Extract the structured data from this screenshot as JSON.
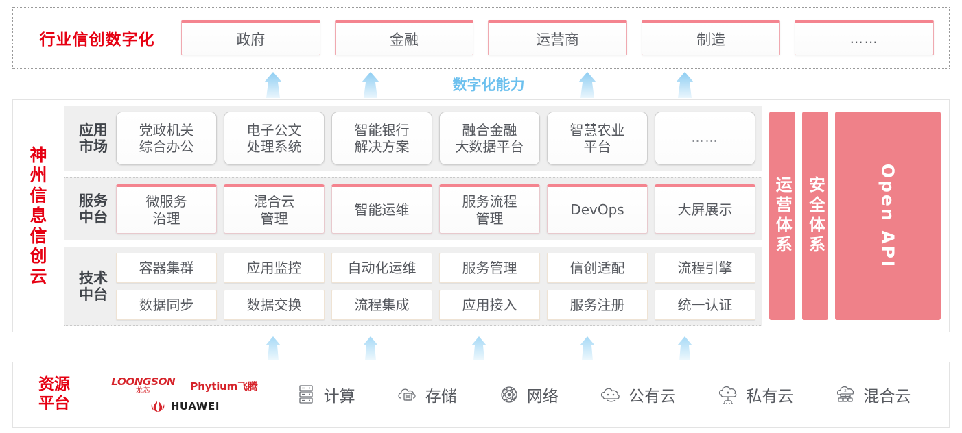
{
  "industry": {
    "title": "行业信创数字化",
    "boxes": [
      {
        "label": "政府"
      },
      {
        "label": "金融"
      },
      {
        "label": "运营商"
      },
      {
        "label": "制造"
      },
      {
        "label": "……"
      }
    ]
  },
  "capability": {
    "label": "数字化能力"
  },
  "cloud": {
    "title_chars": [
      "神",
      "州",
      "信",
      "息",
      "信",
      "创",
      "云"
    ],
    "bands": [
      {
        "key": "app",
        "label": "应用\n市场",
        "label_line1": "应用",
        "label_line2": "市场",
        "items": [
          {
            "line1": "党政机关",
            "line2": "综合办公"
          },
          {
            "line1": "电子公文",
            "line2": "处理系统"
          },
          {
            "line1": "智能银行",
            "line2": "解决方案"
          },
          {
            "line1": "融合金融",
            "line2": "大数据平台"
          },
          {
            "line1": "智慧农业",
            "line2": "平台"
          },
          {
            "line1": "……",
            "line2": ""
          }
        ]
      },
      {
        "key": "service",
        "label_line1": "服务",
        "label_line2": "中台",
        "items": [
          {
            "line1": "微服务",
            "line2": "治理"
          },
          {
            "line1": "混合云",
            "line2": "管理"
          },
          {
            "line1": "智能运维",
            "line2": ""
          },
          {
            "line1": "服务流程",
            "line2": "管理"
          },
          {
            "line1": "DevOps",
            "line2": ""
          },
          {
            "line1": "大屏展示",
            "line2": ""
          }
        ]
      },
      {
        "key": "tech",
        "label_line1": "技术",
        "label_line2": "中台",
        "row1": [
          "容器集群",
          "应用监控",
          "自动化运维",
          "服务管理",
          "信创适配",
          "流程引擎"
        ],
        "row2": [
          "数据同步",
          "数据交换",
          "流程集成",
          "应用接入",
          "服务注册",
          "统一认证"
        ]
      }
    ],
    "pillars": [
      {
        "type": "cn",
        "label": "运营体系"
      },
      {
        "type": "cn",
        "label": "安全体系"
      },
      {
        "type": "en",
        "label": "Open API"
      }
    ]
  },
  "resource": {
    "title_line1": "资源",
    "title_line2": "平台",
    "vendors": [
      {
        "name": "LOONGSON",
        "sub": "龙芯"
      },
      {
        "name": "Phytium飞腾"
      },
      {
        "name": "HUAWEI"
      }
    ],
    "items": [
      {
        "icon": "server-rack-icon",
        "label": "计算"
      },
      {
        "icon": "cloud-storage-icon",
        "label": "存储"
      },
      {
        "icon": "network-mesh-icon",
        "label": "网络"
      },
      {
        "icon": "public-cloud-icon",
        "label": "公有云"
      },
      {
        "icon": "private-cloud-icon",
        "label": "私有云"
      },
      {
        "icon": "hybrid-cloud-icon",
        "label": "混合云"
      }
    ]
  },
  "colors": {
    "brand_red": "#e60012",
    "pink": "#ef8189",
    "pink_border": "#f4848f",
    "arrow_blue": "#a8d8f5",
    "capability_blue": "#6cc0ee",
    "band_gray": "#efefef"
  }
}
